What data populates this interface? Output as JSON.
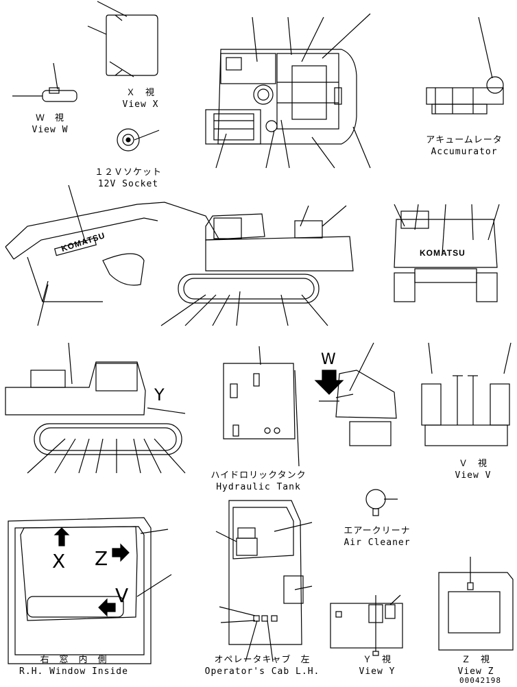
{
  "captions": {
    "view_x": {
      "jp": "Ｘ　視",
      "en": "View X"
    },
    "view_w": {
      "jp": "Ｗ　視",
      "en": "View W"
    },
    "socket": {
      "jp": "１２Ｖソケット",
      "en": "12V Socket"
    },
    "accumulator": {
      "jp": "アキュームレータ",
      "en": "Accumurator"
    },
    "hydraulic_tank": {
      "jp": "ハイドロリックタンク",
      "en": "Hydraulic Tank"
    },
    "view_v": {
      "jp": "Ｖ　視",
      "en": "View V"
    },
    "air_cleaner": {
      "jp": "エアークリーナ",
      "en": "Air Cleaner"
    },
    "rh_window": {
      "jp": "右　窓　内　側",
      "en": "R.H. Window Inside"
    },
    "operator_cab": {
      "jp": "オペレータキャブ　左",
      "en": "Operator's Cab L.H."
    },
    "view_y": {
      "jp": "Ｙ　視",
      "en": "View Y"
    },
    "view_z": {
      "jp": "Ｚ　視",
      "en": "View Z"
    }
  },
  "view_markers": {
    "w": "W",
    "y": "Y",
    "x": "X",
    "z": "Z",
    "v": "V"
  },
  "brand": "KOMATSU",
  "reference_number": "00042198"
}
